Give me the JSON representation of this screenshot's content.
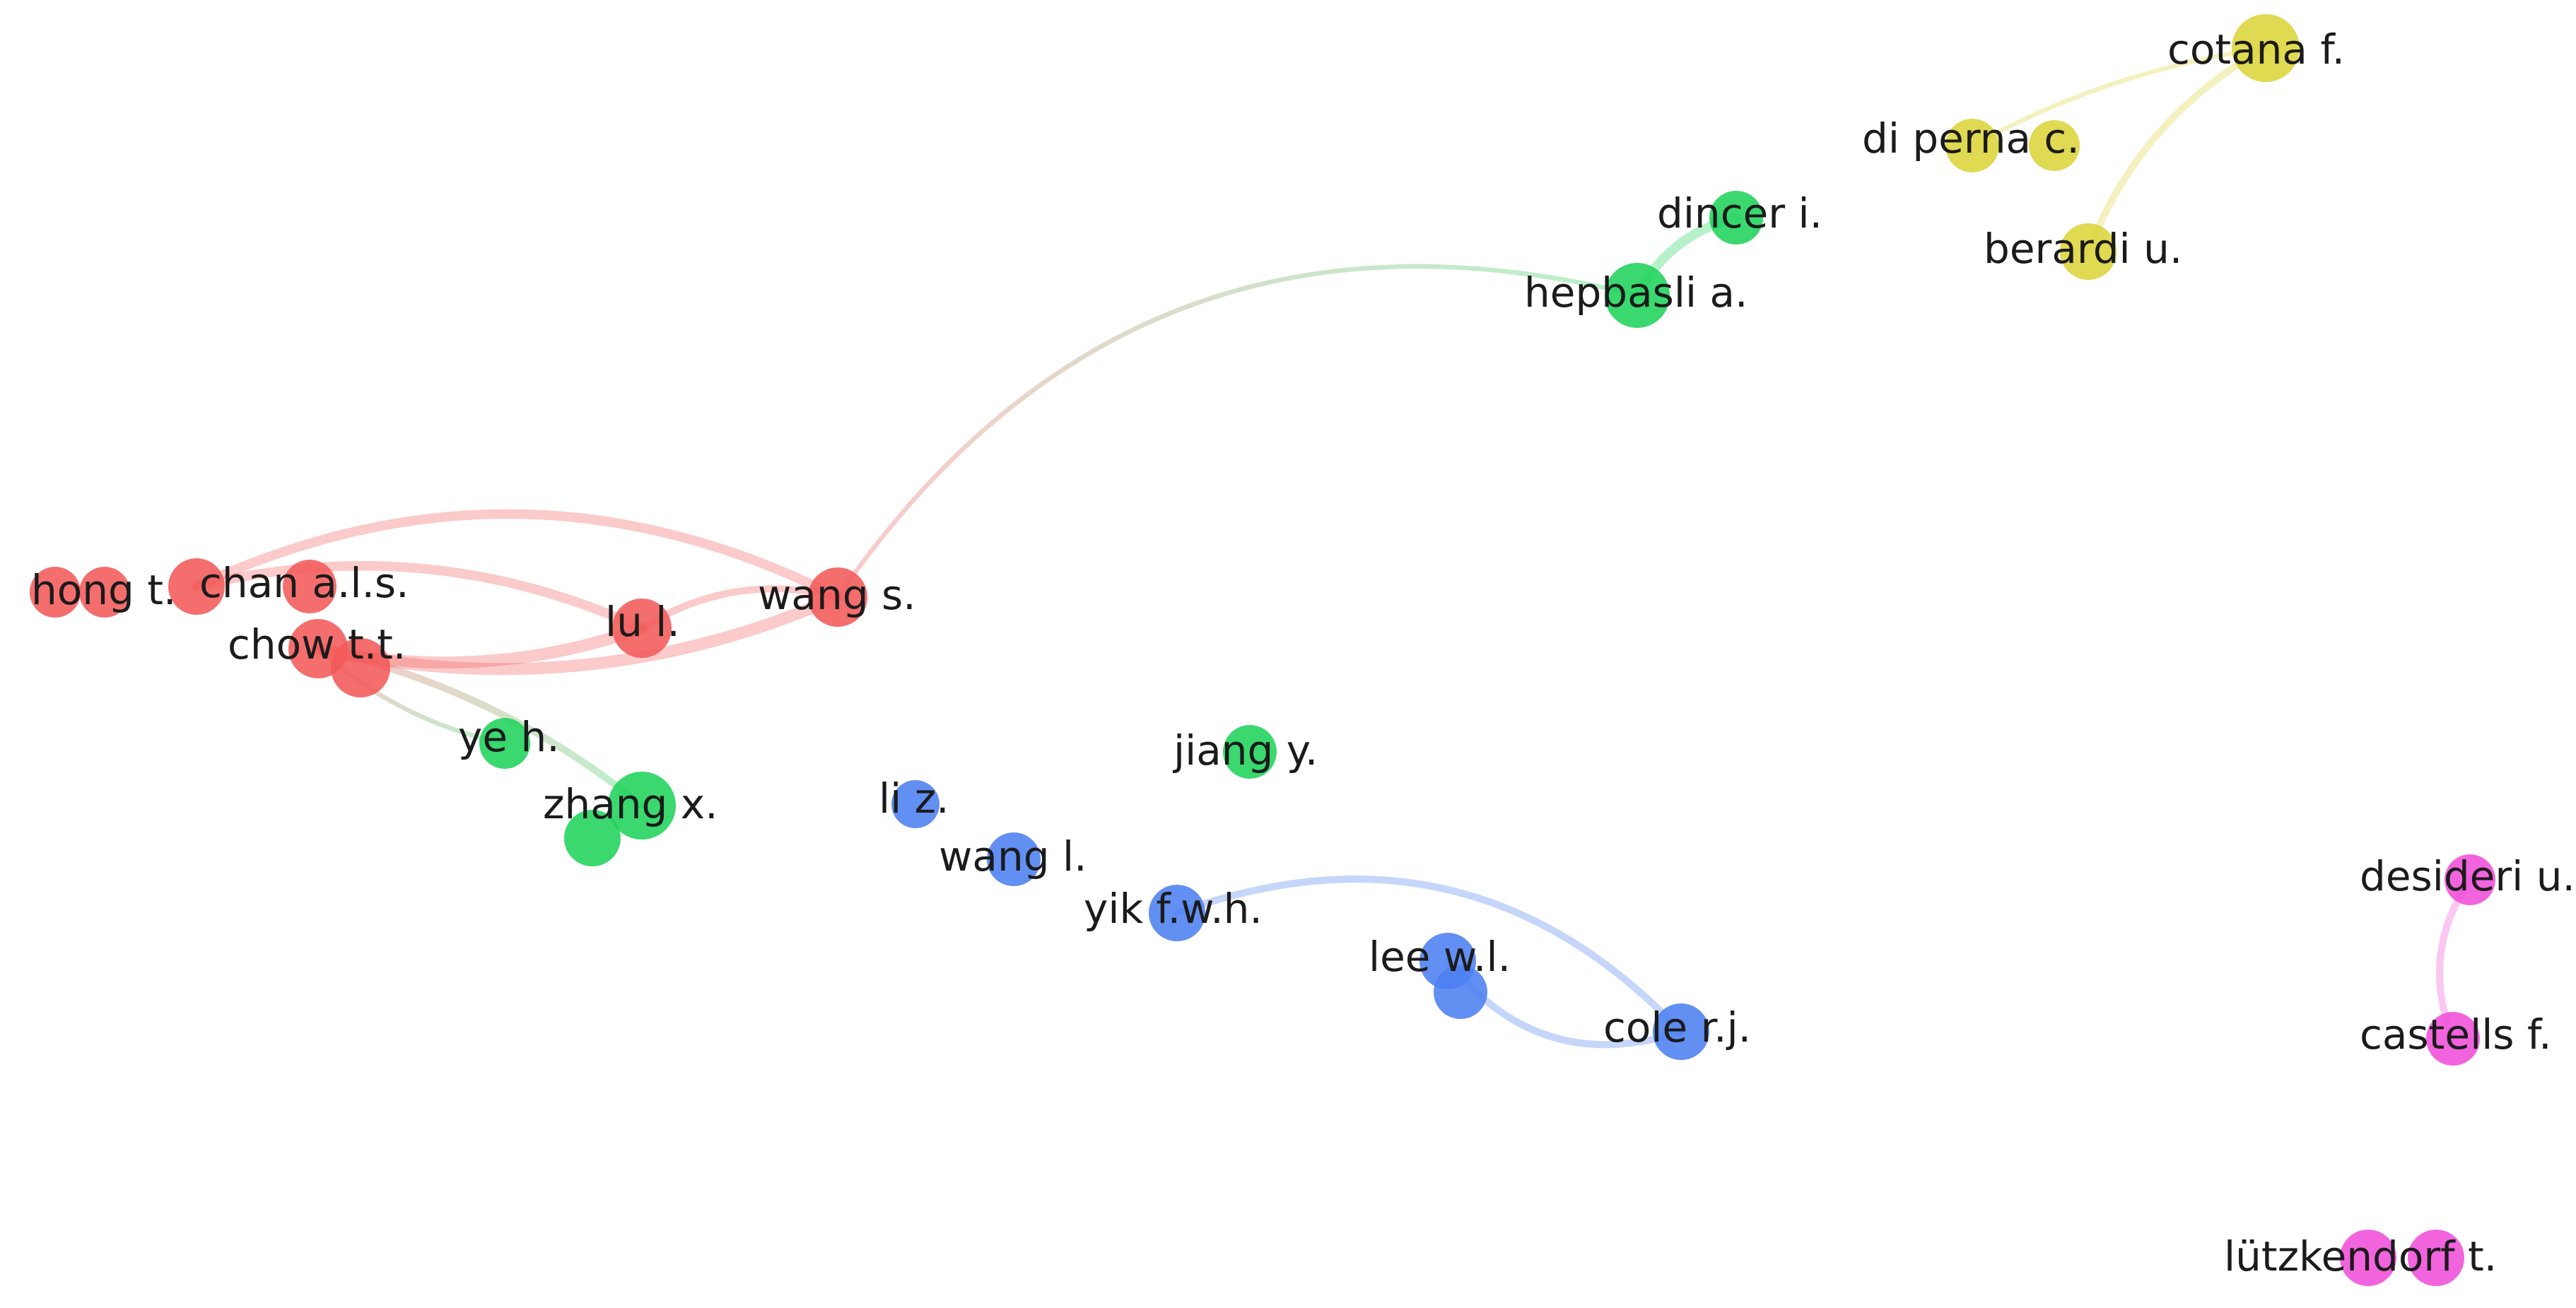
{
  "colors": {
    "red": "#f25a5a",
    "green": "#1fd35a",
    "blue": "#4c7ff0",
    "yellow": "#dcd43a",
    "pink": "#f04fd8"
  },
  "nodes": [
    {
      "id": "hong",
      "label": "hong t.",
      "cluster": "red"
    },
    {
      "id": "chan",
      "label": "chan a.l.s.",
      "cluster": "red"
    },
    {
      "id": "chow",
      "label": "chow t.t.",
      "cluster": "red"
    },
    {
      "id": "lu",
      "label": "lu l.",
      "cluster": "red"
    },
    {
      "id": "wangs",
      "label": "wang s.",
      "cluster": "red"
    },
    {
      "id": "ye",
      "label": "ye h.",
      "cluster": "green"
    },
    {
      "id": "zhang",
      "label": "zhang x.",
      "cluster": "green"
    },
    {
      "id": "jiang",
      "label": "jiang y.",
      "cluster": "green"
    },
    {
      "id": "dincer",
      "label": "dincer i.",
      "cluster": "green"
    },
    {
      "id": "hepbasli",
      "label": "hepbasli a.",
      "cluster": "green"
    },
    {
      "id": "diperna",
      "label": "di perna c.",
      "cluster": "yellow"
    },
    {
      "id": "cotana",
      "label": "cotana f.",
      "cluster": "yellow"
    },
    {
      "id": "berardi",
      "label": "berardi u.",
      "cluster": "yellow"
    },
    {
      "id": "liz",
      "label": "li z.",
      "cluster": "blue"
    },
    {
      "id": "wangl",
      "label": "wang l.",
      "cluster": "blue"
    },
    {
      "id": "yik",
      "label": "yik f.w.h.",
      "cluster": "blue"
    },
    {
      "id": "lee",
      "label": "lee w.l.",
      "cluster": "blue"
    },
    {
      "id": "cole",
      "label": "cole r.j.",
      "cluster": "blue"
    },
    {
      "id": "desideri",
      "label": "desideri u.",
      "cluster": "pink"
    },
    {
      "id": "castells",
      "label": "castells f.",
      "cluster": "pink"
    },
    {
      "id": "lutzkendorf",
      "label": "lützkendorf t.",
      "cluster": "pink"
    }
  ],
  "links": [
    {
      "source": "chan",
      "target": "wangs",
      "weight": 3
    },
    {
      "source": "chan",
      "target": "lu",
      "weight": 3
    },
    {
      "source": "chow",
      "target": "wangs",
      "weight": 4
    },
    {
      "source": "chow",
      "target": "lu",
      "weight": 4
    },
    {
      "source": "lu",
      "target": "wangs",
      "weight": 2
    },
    {
      "source": "chow",
      "target": "zhang",
      "weight": 2
    },
    {
      "source": "chow",
      "target": "ye",
      "weight": 1
    },
    {
      "source": "wangs",
      "target": "hepbasli",
      "weight": 1
    },
    {
      "source": "hepbasli",
      "target": "dincer",
      "weight": 3
    },
    {
      "source": "cotana",
      "target": "berardi",
      "weight": 2
    },
    {
      "source": "diperna",
      "target": "cotana",
      "weight": 1
    },
    {
      "source": "yik",
      "target": "cole",
      "weight": 2
    },
    {
      "source": "lee",
      "target": "cole",
      "weight": 2
    },
    {
      "source": "desideri",
      "target": "castells",
      "weight": 2
    }
  ]
}
